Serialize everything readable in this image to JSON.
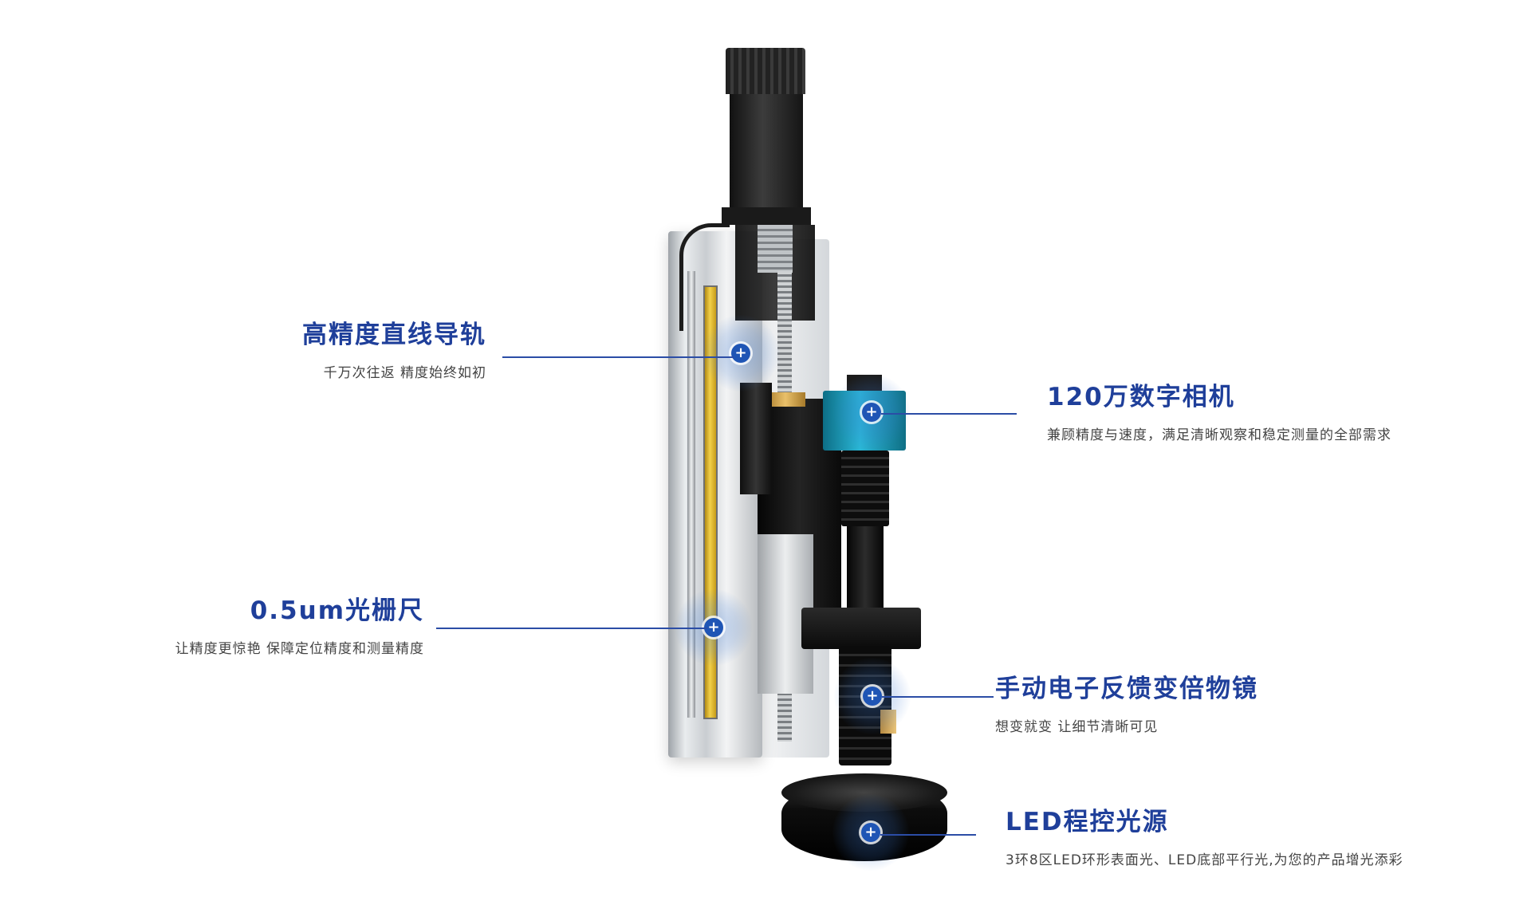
{
  "colors": {
    "accent_blue": "#1f3f9a",
    "hotspot_blue": "#1f55b5",
    "camera_cyan": "#2ab7d6",
    "scale_yellow": "#f2d04a"
  },
  "callouts": [
    {
      "id": "linear-guide",
      "title": "高精度直线导轨",
      "subtitle": "千万次往返 精度始终如初"
    },
    {
      "id": "grating-scale",
      "title": "0.5um光栅尺",
      "subtitle": "让精度更惊艳 保障定位精度和测量精度"
    },
    {
      "id": "camera",
      "title": "120万数字相机",
      "subtitle": "兼顾精度与速度，满足清晰观察和稳定测量的全部需求"
    },
    {
      "id": "zoom-lens",
      "title": "手动电子反馈变倍物镜",
      "subtitle": "想变就变  让细节清晰可见"
    },
    {
      "id": "led-light",
      "title": "LED程控光源",
      "subtitle": "3环8区LED环形表面光、LED底部平行光,为您的产品增光添彩"
    }
  ],
  "hotspot_icon": "plus-icon",
  "hotspot_symbol": "+"
}
